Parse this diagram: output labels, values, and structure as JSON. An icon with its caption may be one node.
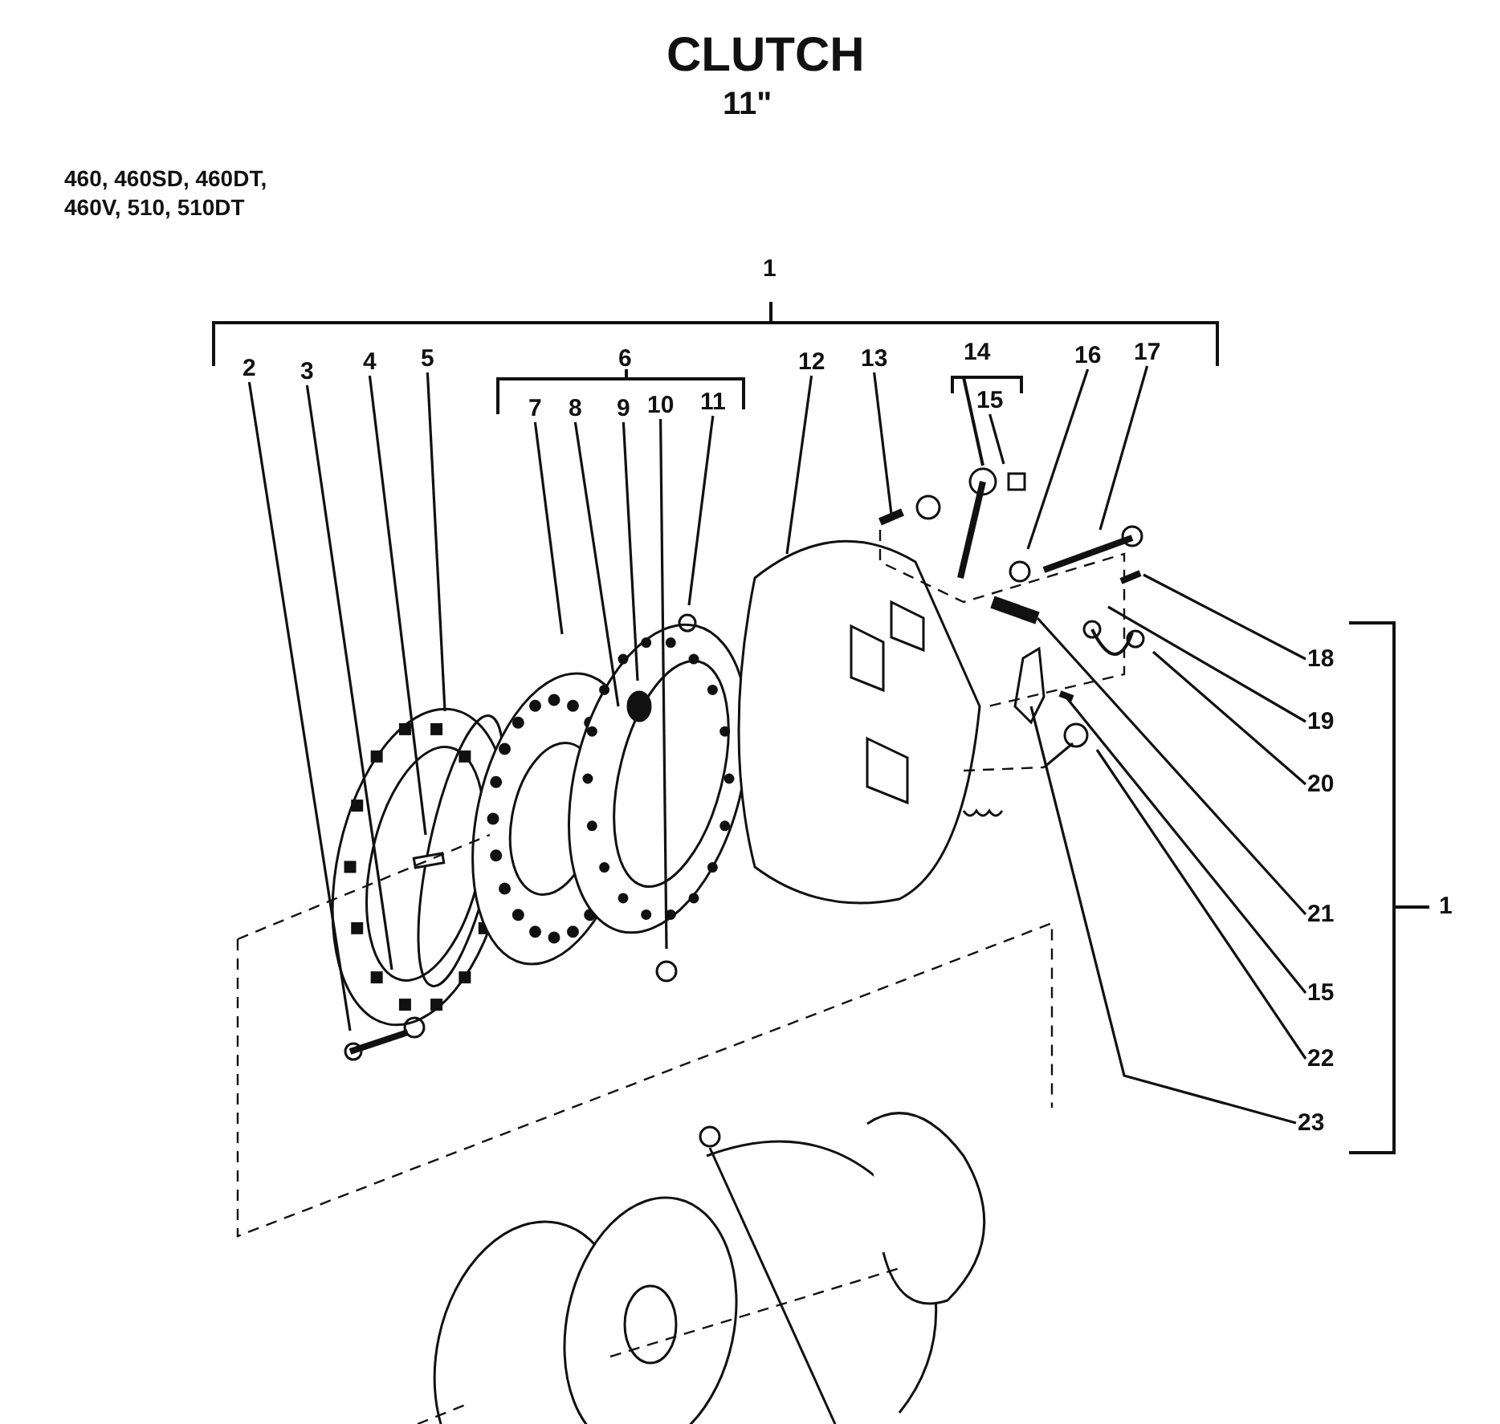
{
  "diagram": {
    "title": "CLUTCH",
    "nodes": [
      {
        "text": [
          "2"
        ]
      },
      {
        "text": [
          "3"
        ]
      },
      {
        "text": [
          "4"
        ]
      },
      {
        "text": [
          "5"
        ]
      },
      {
        "text": [
          "7"
        ]
      },
      {
        "text": [
          "8"
        ]
      },
      {
        "text": [
          "9"
        ]
      },
      {
        "text": [
          "10"
        ]
      },
      {
        "text": [
          "11"
        ]
      },
      {
        "text": [
          "12"
        ]
      },
      {
        "text": [
          "13"
        ]
      },
      {
        "text": [
          "15"
        ]
      },
      {
        "text": [
          "16"
        ]
      },
      {
        "text": [
          "17"
        ]
      },
      {
        "text": [
          "18"
        ]
      },
      {
        "text": [
          "19"
        ]
      },
      {
        "text": [
          "20"
        ]
      },
      {
        "text": [
          "21"
        ]
      },
      {
        "text": [
          "15"
        ]
      },
      {
        "text": [
          "22"
        ]
      },
      {
        "text": [
          "23"
        ]
      }
    ],
    "edges": [
      {
        "from": 0,
        "to": null,
        "arrow": "none"
      },
      {
        "from": 1,
        "to": null,
        "arrow": "none"
      },
      {
        "from": 2,
        "to": null,
        "arrow": "none"
      },
      {
        "from": 3,
        "to": null,
        "arrow": "none"
      },
      {
        "from": 4,
        "to": null,
        "arrow": "none"
      },
      {
        "from": 5,
        "to": null,
        "arrow": "none"
      },
      {
        "from": 6,
        "to": null,
        "arrow": "none"
      },
      {
        "from": 7,
        "to": null,
        "arrow": "none"
      },
      {
        "from": 8,
        "to": null,
        "arrow": "none"
      },
      {
        "from": 9,
        "to": null,
        "arrow": "none"
      },
      {
        "from": 10,
        "to": null,
        "arrow": "none"
      },
      {
        "from": 11,
        "to": null,
        "arrow": "none"
      },
      {
        "from": 12,
        "to": null,
        "arrow": "none"
      },
      {
        "from": 13,
        "to": null,
        "arrow": "none"
      },
      {
        "from": 14,
        "to": null,
        "arrow": "none"
      },
      {
        "from": 15,
        "to": null,
        "arrow": "none"
      },
      {
        "from": 16,
        "to": null,
        "arrow": "none"
      },
      {
        "from": 17,
        "to": null,
        "arrow": "none"
      },
      {
        "from": 18,
        "to": null,
        "arrow": "none"
      },
      {
        "from": 19,
        "to": null,
        "arrow": "none"
      },
      {
        "from": 20,
        "to": null,
        "arrow": "none"
      }
    ],
    "labels": [
      "11\"",
      "460, 460SD, 460DT, 460V, 510, 510DT",
      "1",
      "6",
      "14",
      "1"
    ]
  }
}
